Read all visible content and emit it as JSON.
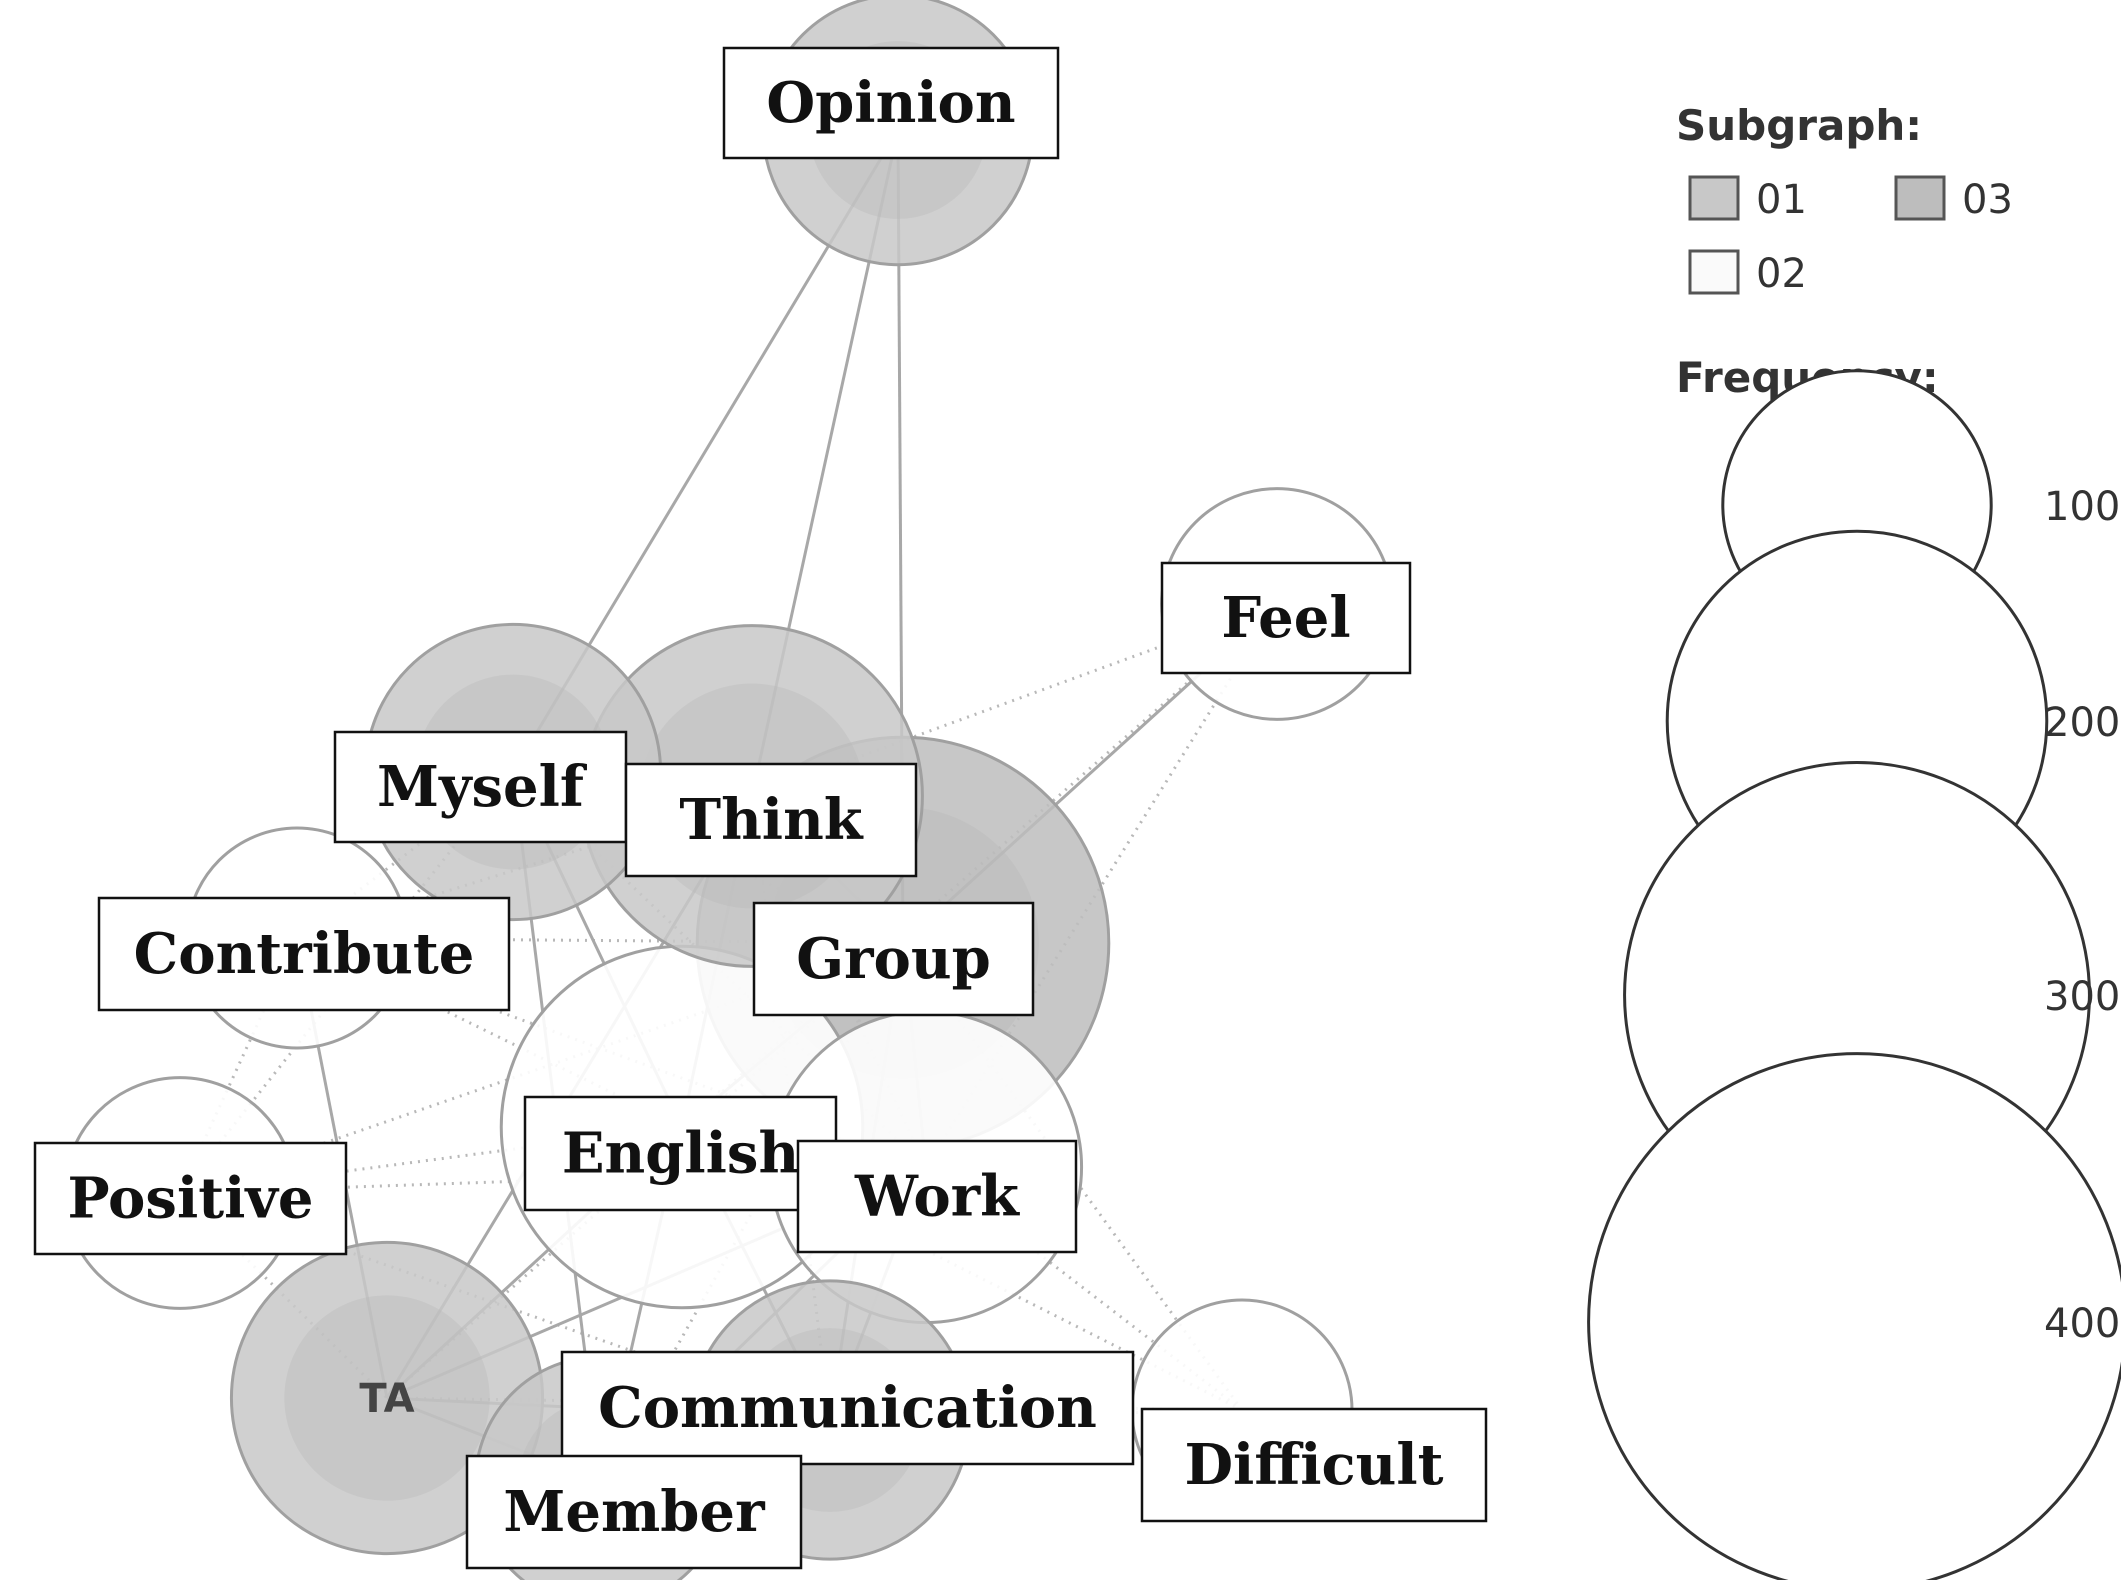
{
  "colors": {
    "subgraph_01": "#c8c8c8",
    "subgraph_02": "#ffffff",
    "subgraph_03": "#bdbdbd",
    "edge_solid": "#a8a8a8",
    "edge_dotted": "#b8b8b8",
    "node_stroke": "#a0a0a0"
  },
  "nodes": [
    {
      "id": "opinion",
      "label": "Opinion",
      "subgraph": "01",
      "frequency": 150
    },
    {
      "id": "feel",
      "label": "Feel",
      "subgraph": "02",
      "frequency": 110
    },
    {
      "id": "myself",
      "label": "Myself",
      "subgraph": "01",
      "frequency": 180
    },
    {
      "id": "think",
      "label": "Think",
      "subgraph": "01",
      "frequency": 240
    },
    {
      "id": "contribute",
      "label": "Contribute",
      "subgraph": "02",
      "frequency": 100
    },
    {
      "id": "group",
      "label": "Group",
      "subgraph": "03",
      "frequency": 350
    },
    {
      "id": "english",
      "label": "English",
      "subgraph": "02",
      "frequency": 270
    },
    {
      "id": "work",
      "label": "Work",
      "subgraph": "02",
      "frequency": 200
    },
    {
      "id": "positive",
      "label": "Positive",
      "subgraph": "02",
      "frequency": 110
    },
    {
      "id": "ta",
      "label": "TA",
      "subgraph": "01",
      "frequency": 200
    },
    {
      "id": "communication",
      "label": "Communication",
      "subgraph": "01",
      "frequency": 160
    },
    {
      "id": "member",
      "label": "Member",
      "subgraph": "01",
      "frequency": 130
    },
    {
      "id": "difficult",
      "label": "Difficult",
      "subgraph": "02",
      "frequency": 100
    }
  ],
  "edges_solid": [
    [
      "opinion",
      "myself"
    ],
    [
      "opinion",
      "think"
    ],
    [
      "opinion",
      "group"
    ],
    [
      "feel",
      "group"
    ],
    [
      "myself",
      "english"
    ],
    [
      "myself",
      "member"
    ],
    [
      "myself",
      "think"
    ],
    [
      "think",
      "english"
    ],
    [
      "think",
      "group"
    ],
    [
      "think",
      "ta"
    ],
    [
      "group",
      "english"
    ],
    [
      "group",
      "work"
    ],
    [
      "group",
      "communication"
    ],
    [
      "english",
      "work"
    ],
    [
      "english",
      "ta"
    ],
    [
      "english",
      "communication"
    ],
    [
      "english",
      "member"
    ],
    [
      "work",
      "communication"
    ],
    [
      "work",
      "member"
    ],
    [
      "work",
      "ta"
    ],
    [
      "ta",
      "member"
    ],
    [
      "ta",
      "communication"
    ],
    [
      "ta",
      "contribute"
    ],
    [
      "communication",
      "member"
    ]
  ],
  "edges_dotted": [
    [
      "feel",
      "think"
    ],
    [
      "feel",
      "english"
    ],
    [
      "feel",
      "work"
    ],
    [
      "contribute",
      "positive"
    ],
    [
      "contribute",
      "english"
    ],
    [
      "contribute",
      "myself"
    ],
    [
      "contribute",
      "think"
    ],
    [
      "contribute",
      "work"
    ],
    [
      "contribute",
      "group"
    ],
    [
      "positive",
      "english"
    ],
    [
      "positive",
      "ta"
    ],
    [
      "positive",
      "work"
    ],
    [
      "positive",
      "myself"
    ],
    [
      "positive",
      "communication"
    ],
    [
      "positive",
      "group"
    ],
    [
      "difficult",
      "work"
    ],
    [
      "difficult",
      "english"
    ],
    [
      "difficult",
      "group"
    ],
    [
      "difficult",
      "communication"
    ],
    [
      "difficult",
      "ta"
    ],
    [
      "myself",
      "group"
    ],
    [
      "myself",
      "work"
    ],
    [
      "think",
      "work"
    ],
    [
      "think",
      "communication"
    ],
    [
      "ta",
      "group"
    ],
    [
      "member",
      "group"
    ]
  ],
  "legend": {
    "subgraph_title": "Subgraph:",
    "subgraph_items": [
      {
        "code": "01",
        "color": "#c8c8c8"
      },
      {
        "code": "03",
        "color": "#bdbdbd"
      },
      {
        "code": "02",
        "color": "#fafafa"
      }
    ],
    "frequency_title": "Frequency:",
    "frequency_items": [
      {
        "value": 100,
        "label": "100"
      },
      {
        "value": 200,
        "label": "200"
      },
      {
        "value": 300,
        "label": "300"
      },
      {
        "value": 400,
        "label": "400"
      }
    ]
  }
}
